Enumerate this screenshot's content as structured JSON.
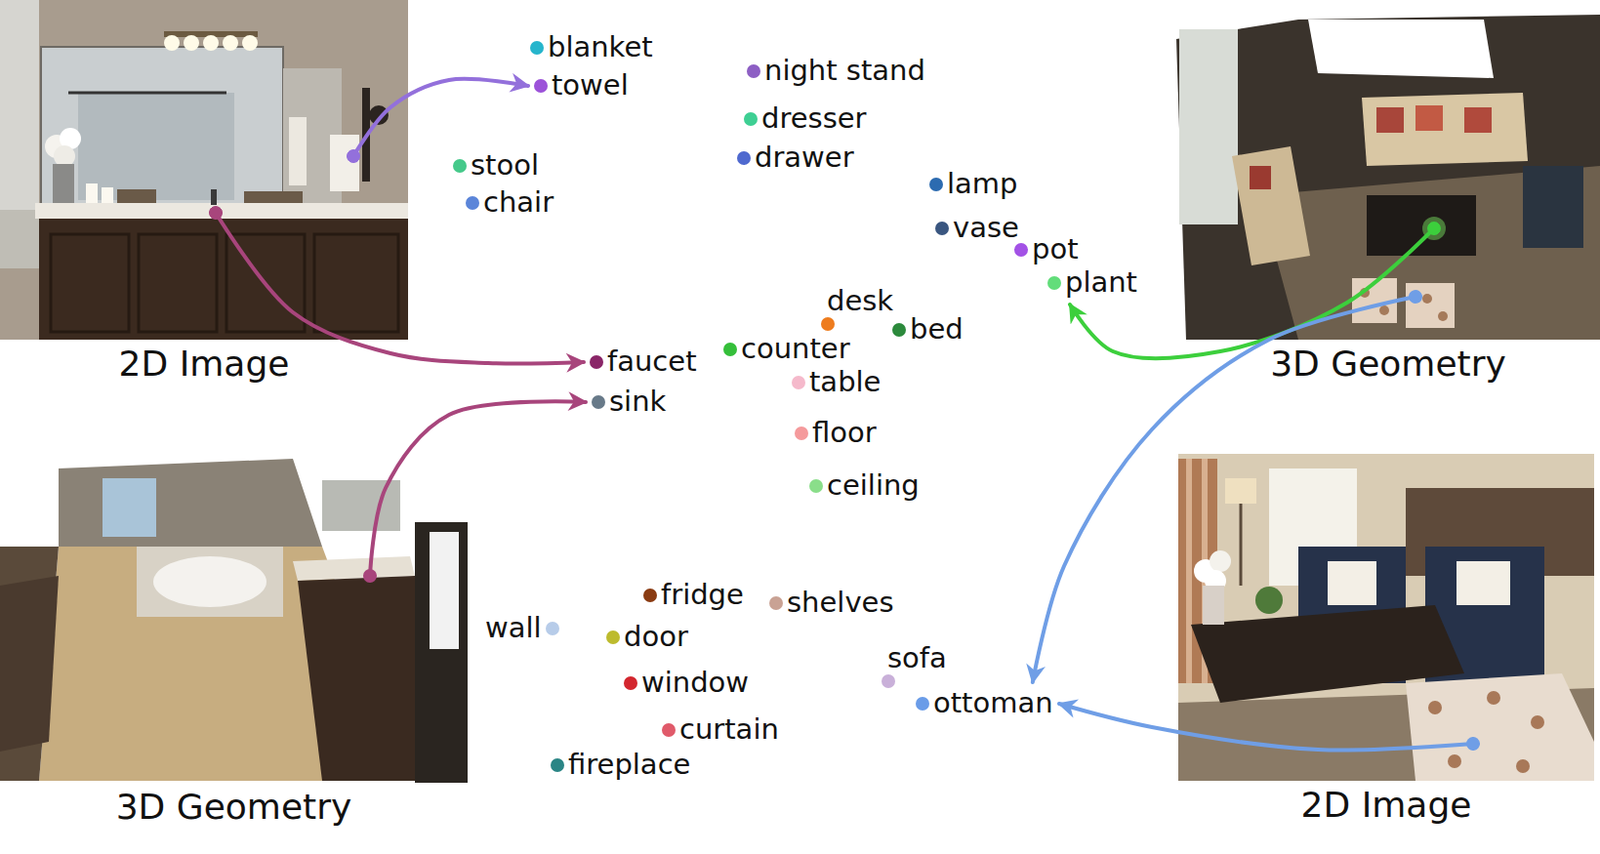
{
  "diagram": {
    "nodes": [
      {
        "text": [
          "2D Image"
        ]
      },
      {
        "text": [
          "3D Geometry"
        ]
      },
      {
        "text": [
          "3D Geometry"
        ]
      },
      {
        "text": [
          "2D Image"
        ]
      },
      {
        "text": [
          "blanket"
        ]
      },
      {
        "text": [
          "night stand"
        ]
      },
      {
        "text": [
          "towel"
        ]
      },
      {
        "text": [
          "dresser"
        ]
      },
      {
        "text": [
          "stool"
        ]
      },
      {
        "text": [
          "lamp"
        ]
      },
      {
        "text": [
          "drawer"
        ]
      },
      {
        "text": [
          "chair"
        ]
      },
      {
        "text": [
          "vase"
        ]
      },
      {
        "text": [
          "pot"
        ]
      },
      {
        "text": [
          "plant"
        ]
      },
      {
        "text": [
          "desk"
        ]
      },
      {
        "text": [
          "bed"
        ]
      },
      {
        "text": [
          "counter"
        ]
      },
      {
        "text": [
          "table"
        ]
      },
      {
        "text": [
          "faucet"
        ]
      },
      {
        "text": [
          "sink"
        ]
      },
      {
        "text": [
          "floor"
        ]
      },
      {
        "text": [
          "ceiling"
        ]
      },
      {
        "text": [
          "fridge"
        ]
      },
      {
        "text": [
          "shelves"
        ]
      },
      {
        "text": [
          "wall"
        ]
      },
      {
        "text": [
          "door"
        ]
      },
      {
        "text": [
          "window"
        ]
      },
      {
        "text": [
          "sofa"
        ]
      },
      {
        "text": [
          "ottoman"
        ]
      },
      {
        "text": [
          "curtain"
        ]
      },
      {
        "text": [
          "fireplace"
        ]
      }
    ],
    "edges": [
      {
        "from": 0,
        "to": 6,
        "arrow": "to"
      },
      {
        "from": 0,
        "to": 19,
        "arrow": "to"
      },
      {
        "from": 2,
        "to": 20,
        "arrow": "to"
      },
      {
        "from": 1,
        "to": 14,
        "arrow": "to"
      },
      {
        "from": 1,
        "to": 29,
        "arrow": "to"
      },
      {
        "from": 3,
        "to": 29,
        "arrow": "to"
      }
    ]
  }
}
